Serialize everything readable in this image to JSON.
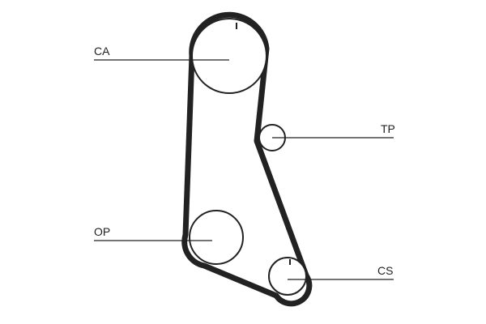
{
  "diagram": {
    "labels": {
      "ca": "CA",
      "tp": "TP",
      "op": "OP",
      "cs": "CS"
    },
    "colors": {
      "ink": "#222222",
      "background": "#ffffff"
    }
  }
}
